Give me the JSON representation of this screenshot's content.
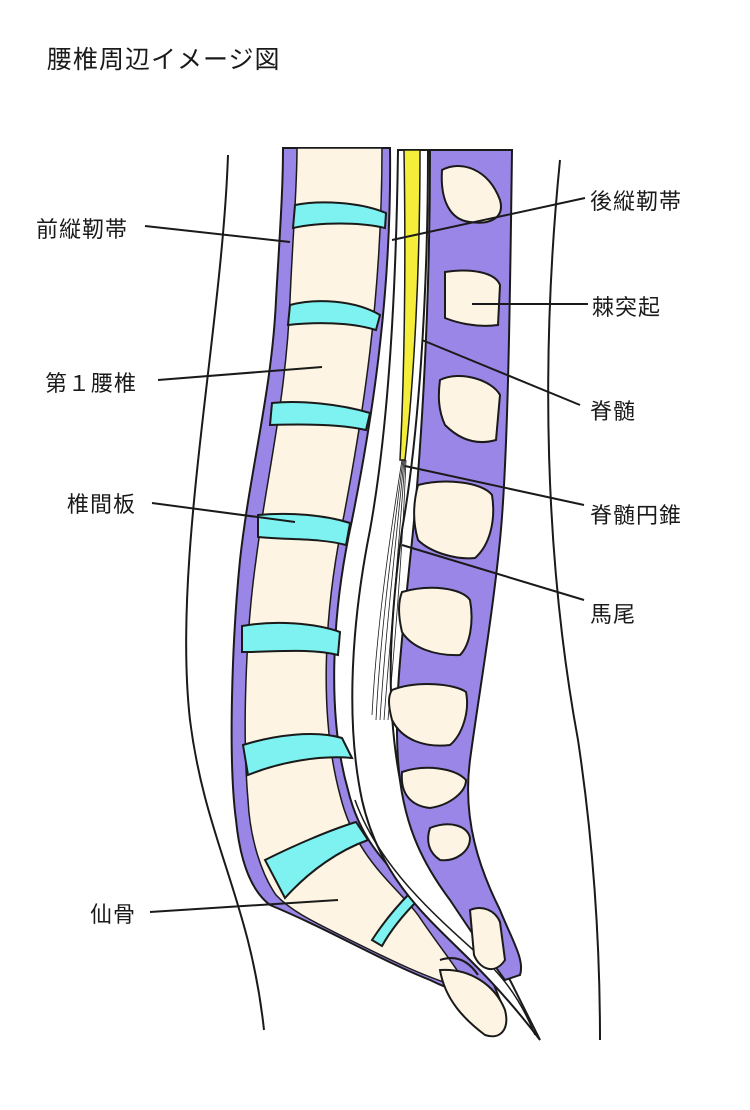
{
  "title": "腰椎周辺イメージ図",
  "colors": {
    "ligament": "#9a86e6",
    "vertebra": "#fdf4e3",
    "disc": "#7df2f0",
    "spinal_cord": "#f4ee3a",
    "outline": "#1a1a1a",
    "background": "#ffffff"
  },
  "labels": {
    "anterior_ligament": "前縦靭帯",
    "l1": "第１腰椎",
    "disc": "椎間板",
    "sacrum": "仙骨",
    "posterior_ligament": "後縦靭帯",
    "spinous": "棘突起",
    "cord": "脊髄",
    "conus": "脊髄円錐",
    "cauda": "馬尾"
  }
}
